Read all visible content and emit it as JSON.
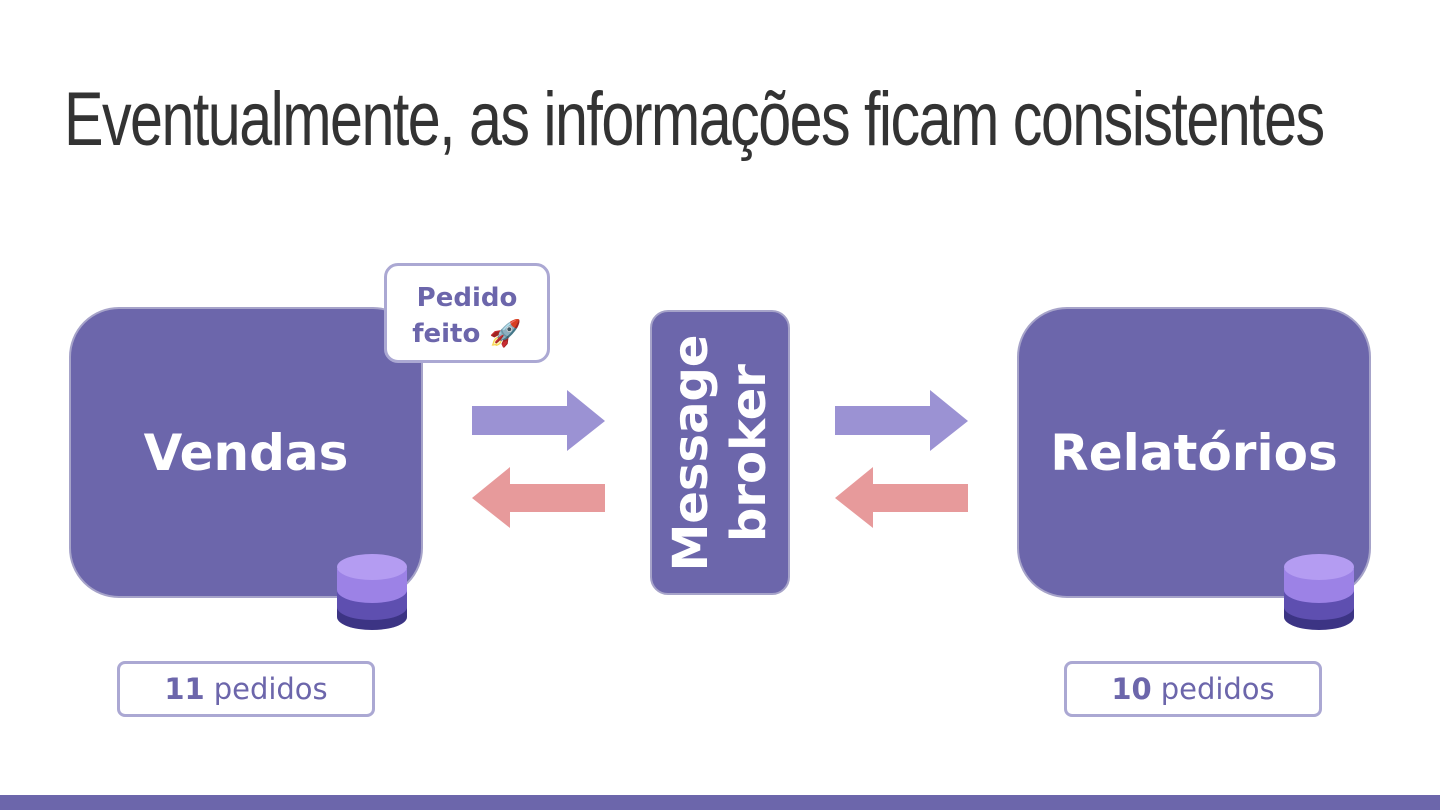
{
  "title": "Eventualmente, as informações ficam consistentes",
  "vendas": {
    "label": "Vendas",
    "count_number": "11",
    "count_unit": "pedidos"
  },
  "relatorios": {
    "label": "Relatórios",
    "count_number": "10",
    "count_unit": "pedidos"
  },
  "broker": {
    "line1": "Message",
    "line2": "broker"
  },
  "bubble": {
    "line1": "Pedido",
    "line2": "feito",
    "emoji": "🚀"
  },
  "colors": {
    "service_fill": "#6c66ab",
    "forward_arrow": "#9b92d3",
    "back_arrow": "#e79a9b",
    "db_top": "#b49cf2",
    "db_bands": [
      "#9c82e6",
      "#5e4fb0",
      "#3c3484"
    ],
    "footer": "#6c66ab"
  },
  "icons": [
    "database-icon",
    "rocket-icon",
    "right-arrow-icon",
    "left-arrow-icon"
  ]
}
